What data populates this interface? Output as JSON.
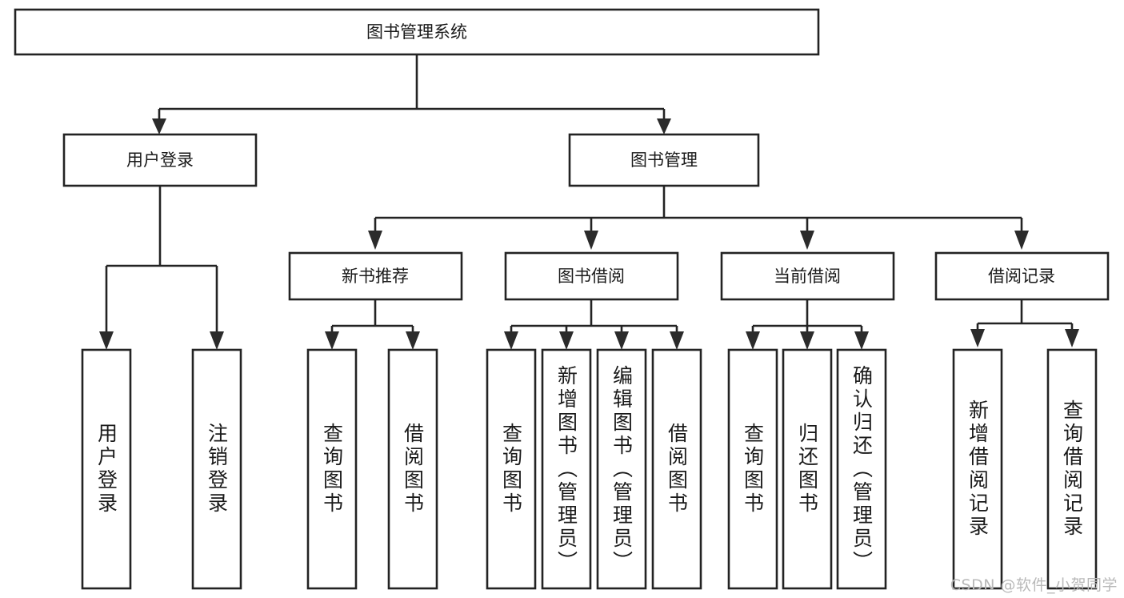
{
  "diagram": {
    "type": "tree-hierarchy",
    "title": "图书管理系统",
    "watermark": "CSDN @软件_小贺同学",
    "colors": {
      "box_stroke": "#232323",
      "box_fill": "#ffffff",
      "connector": "#232323",
      "text": "#1a1a1a",
      "watermark": "#b9b9b9",
      "background": "#ffffff"
    },
    "levels": {
      "root": {
        "label": "图书管理系统"
      },
      "level2": [
        {
          "label": "用户登录"
        },
        {
          "label": "图书管理"
        }
      ],
      "level3": [
        {
          "label": "新书推荐"
        },
        {
          "label": "图书借阅"
        },
        {
          "label": "当前借阅"
        },
        {
          "label": "借阅记录"
        }
      ]
    },
    "leaves": {
      "user_login": [
        {
          "label": "用户登录"
        },
        {
          "label": "注销登录"
        }
      ],
      "new_book_recommend": [
        {
          "label": "查询图书"
        },
        {
          "label": "借阅图书"
        }
      ],
      "book_borrow": [
        {
          "label": "查询图书"
        },
        {
          "label": "新增图书（管理员）"
        },
        {
          "label": "编辑图书（管理员）"
        },
        {
          "label": "借阅图书"
        }
      ],
      "current_borrow": [
        {
          "label": "查询图书"
        },
        {
          "label": "归还图书"
        },
        {
          "label": "确认归还（管理员）"
        }
      ],
      "borrow_record": [
        {
          "label": "新增借阅记录"
        },
        {
          "label": "查询借阅记录"
        }
      ]
    }
  }
}
